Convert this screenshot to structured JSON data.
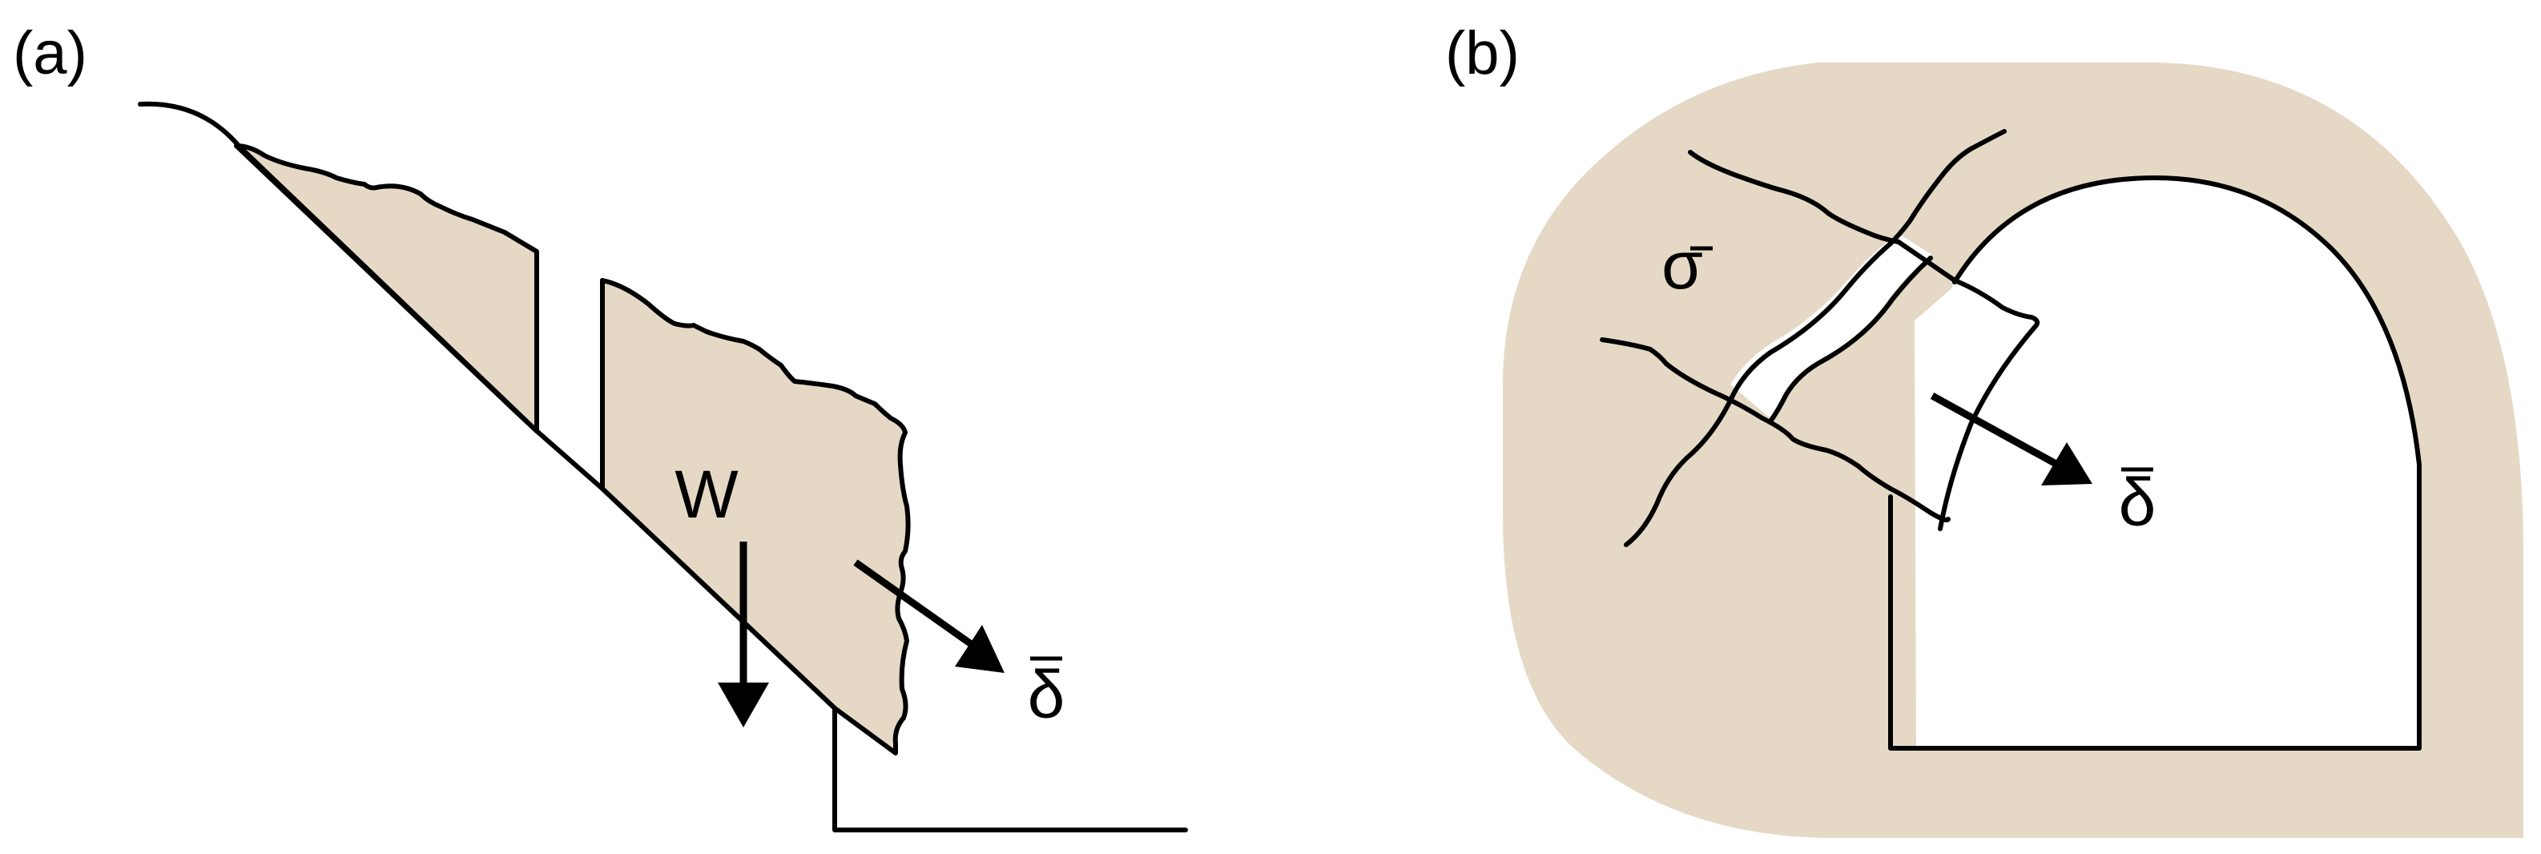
{
  "panels": [
    {
      "id": "a",
      "label": "(a)"
    },
    {
      "id": "b",
      "label": "(b)"
    }
  ],
  "symbols": {
    "weight": "W",
    "displacement_a": "δ",
    "displacement_b": "δ",
    "stress": "σ"
  },
  "colors": {
    "rock_fill": "#e5d9c6",
    "line": "#000000",
    "background": "#ffffff"
  }
}
